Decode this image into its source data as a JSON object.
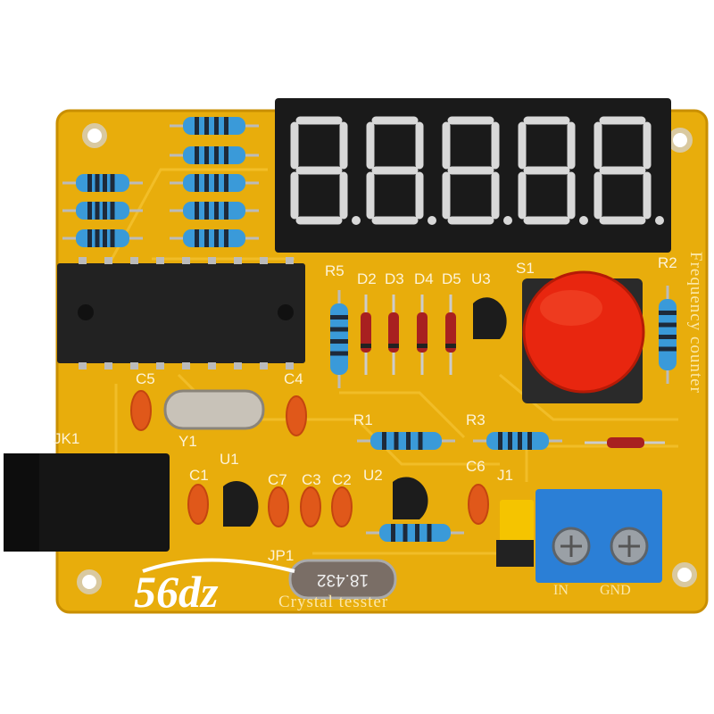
{
  "board": {
    "title_vertical": "Frequency counter",
    "title_bottom": "Crystal tesster",
    "logo": "56dz",
    "colors": {
      "pcb": "#e8ad0c",
      "display": "#1a1a1a",
      "button": "#e8260f",
      "terminal": "#2b7fd6",
      "jumper": "#f5c400"
    }
  },
  "display": {
    "digits": "88888"
  },
  "crystal_y2": {
    "marking": "18.432"
  },
  "labels": {
    "r5": "R5",
    "d2": "D2",
    "d3": "D3",
    "d4": "D4",
    "d5": "D5",
    "u3": "U3",
    "s1": "S1",
    "r2": "R2",
    "c5": "C5",
    "c4": "C4",
    "y1": "Y1",
    "jk1": "JK1",
    "c1": "C1",
    "u1": "U1",
    "c7": "C7",
    "c3": "C3",
    "c2": "C2",
    "u2": "U2",
    "r1": "R1",
    "r3": "R3",
    "c6": "C6",
    "j1": "J1",
    "jp1": "JP1",
    "in": "IN",
    "gnd": "GND"
  }
}
